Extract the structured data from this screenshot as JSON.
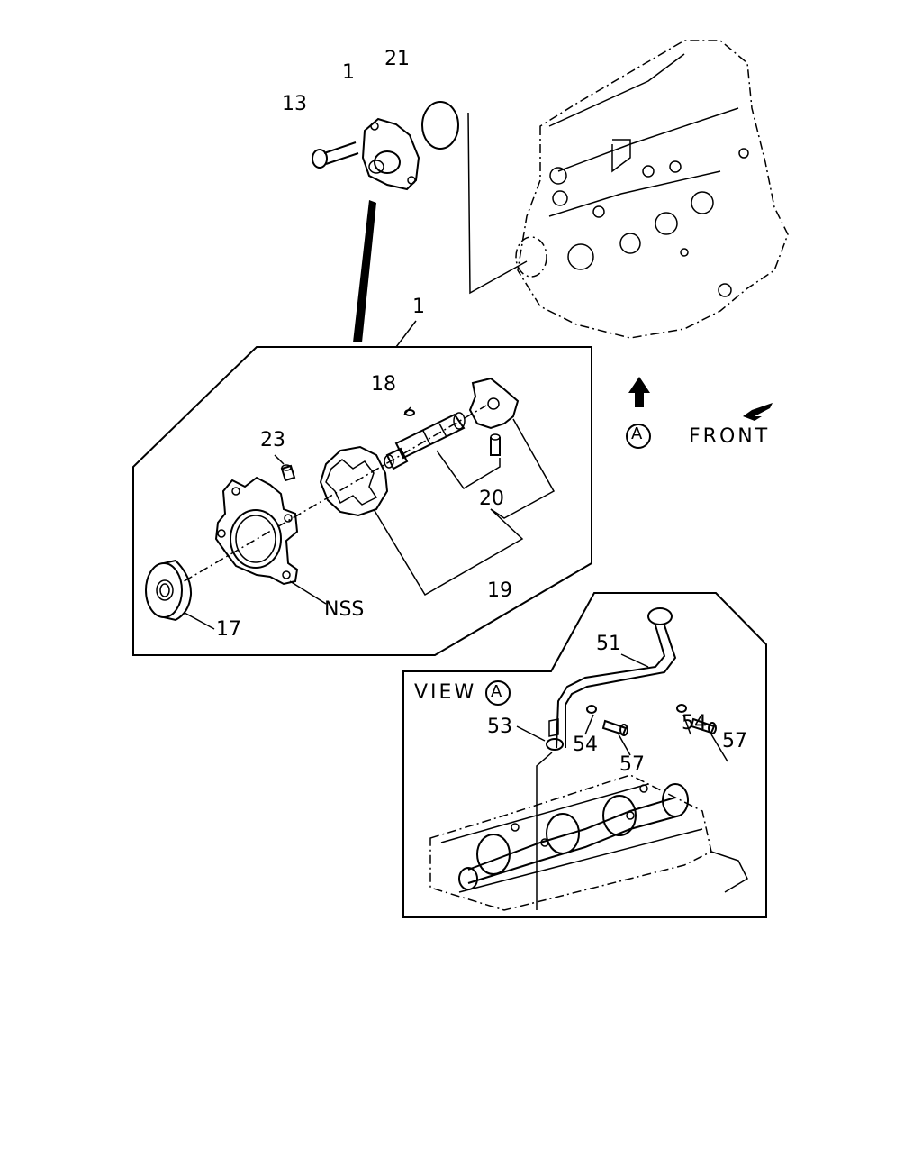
{
  "callouts": {
    "c13": "13",
    "c1_top": "1",
    "c21": "21",
    "c1_box": "1",
    "c18": "18",
    "c23": "23",
    "c20": "20",
    "c19": "19",
    "c17": "17",
    "nss": "NSS",
    "c51": "51",
    "c53": "53",
    "c54_left": "54",
    "c57_left": "57",
    "c54_right": "54",
    "c57_right": "57"
  },
  "view_marker": "A",
  "front_label": "FRONT",
  "view_label": "VIEW",
  "view_marker_inset": "A",
  "icons": [
    "arrow-up-icon",
    "front-arrow-icon",
    "circle-a-icon"
  ]
}
